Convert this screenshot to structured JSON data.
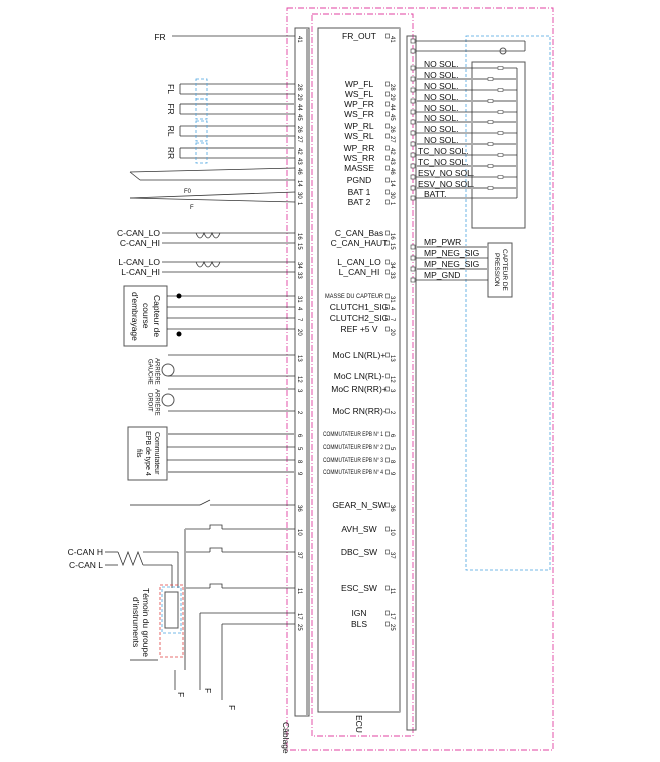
{
  "harness_label": "Câblage",
  "ecu_label": "ECU",
  "ecu_pins": [
    {
      "label": "FR_OUT",
      "pin": "41"
    },
    {
      "label": "WP_FL",
      "pin": "28"
    },
    {
      "label": "WS_FL",
      "pin": "29"
    },
    {
      "label": "WP_FR",
      "pin": "44"
    },
    {
      "label": "WS_FR",
      "pin": "45"
    },
    {
      "label": "WP_RL",
      "pin": "26"
    },
    {
      "label": "WS_RL",
      "pin": "27"
    },
    {
      "label": "WP_RR",
      "pin": "42"
    },
    {
      "label": "WS_RR",
      "pin": "43"
    },
    {
      "label": "MASSE",
      "pin": "46"
    },
    {
      "label": "PGND",
      "pin": "14"
    },
    {
      "label": "BAT 1",
      "pin": "30"
    },
    {
      "label": "BAT 2",
      "pin": "1"
    },
    {
      "label": "C_CAN_Bas",
      "pin": "16"
    },
    {
      "label": "C_CAN_HAUT",
      "pin": "15"
    },
    {
      "label": "L_CAN_LO",
      "pin": "34"
    },
    {
      "label": "L_CAN_HI",
      "pin": "33"
    },
    {
      "label": "MASSE DU CAPTEUR",
      "pin": "31"
    },
    {
      "label": "CLUTCH1_SIG",
      "pin": "4"
    },
    {
      "label": "CLUTCH2_SIG",
      "pin": "7"
    },
    {
      "label": "REF +5 V",
      "pin": "20"
    },
    {
      "label": "MoC LN(RL)+",
      "pin": "13"
    },
    {
      "label": "MoC LN(RL)-",
      "pin": "12"
    },
    {
      "label": "MoC RN(RR)+",
      "pin": "3"
    },
    {
      "label": "MoC RN(RR)-",
      "pin": "2"
    },
    {
      "label": "COMMUTATEUR EPB N° 1",
      "pin": "6"
    },
    {
      "label": "COMMUTATEUR EPB N° 2",
      "pin": "5"
    },
    {
      "label": "COMMUTATEUR EPB N° 3",
      "pin": "8"
    },
    {
      "label": "COMMUTATEUR EPB N° 4",
      "pin": "9"
    },
    {
      "label": "GEAR_N_SW",
      "pin": "36"
    },
    {
      "label": "AVH_SW",
      "pin": "10"
    },
    {
      "label": "DBC_SW",
      "pin": "37"
    },
    {
      "label": "ESC_SW",
      "pin": "11"
    },
    {
      "label": "IGN",
      "pin": "17"
    },
    {
      "label": "BLS",
      "pin": "25"
    }
  ],
  "valve_labels": [
    "NO SOL.",
    "NO SOL.",
    "NO SOL.",
    "NO SOL.",
    "NO SOL.",
    "NO SOL.",
    "NO SOL.",
    "NO SOL.",
    "TC_NO SOL.",
    "TC_NO SOL.",
    "ESV_NO SOL.",
    "ESV_NO SOL.",
    "BATT."
  ],
  "pressure_sensor": {
    "title": "CAPTEUR DE PRESSION",
    "signals": [
      "MP_PWR",
      "MP_NEG_SIG",
      "MP_NEG_SIG",
      "MP_GND"
    ]
  },
  "left": {
    "fr_out": "FR",
    "wheels": [
      "FL",
      "FR",
      "RL",
      "RR"
    ],
    "fuse_labels": [
      "F0",
      "F"
    ],
    "c_can": [
      "C-CAN_LO",
      "C-CAN_HI"
    ],
    "l_can": [
      "L-CAN_LO",
      "L-CAN_HI"
    ],
    "clutch_sensor": "Capteur de course d'embrayage",
    "motor_left": "ARRIÈRE GAUCHE",
    "motor_right": "ARRIÈRE DROIT",
    "epb_switch": "Commutateur EPB de type 4 fils",
    "cluster_can": [
      "C-CAN H",
      "C-CAN L"
    ],
    "cluster": "Témoin du groupe d'instruments",
    "ground_labels": [
      "F",
      "F",
      "F"
    ]
  }
}
